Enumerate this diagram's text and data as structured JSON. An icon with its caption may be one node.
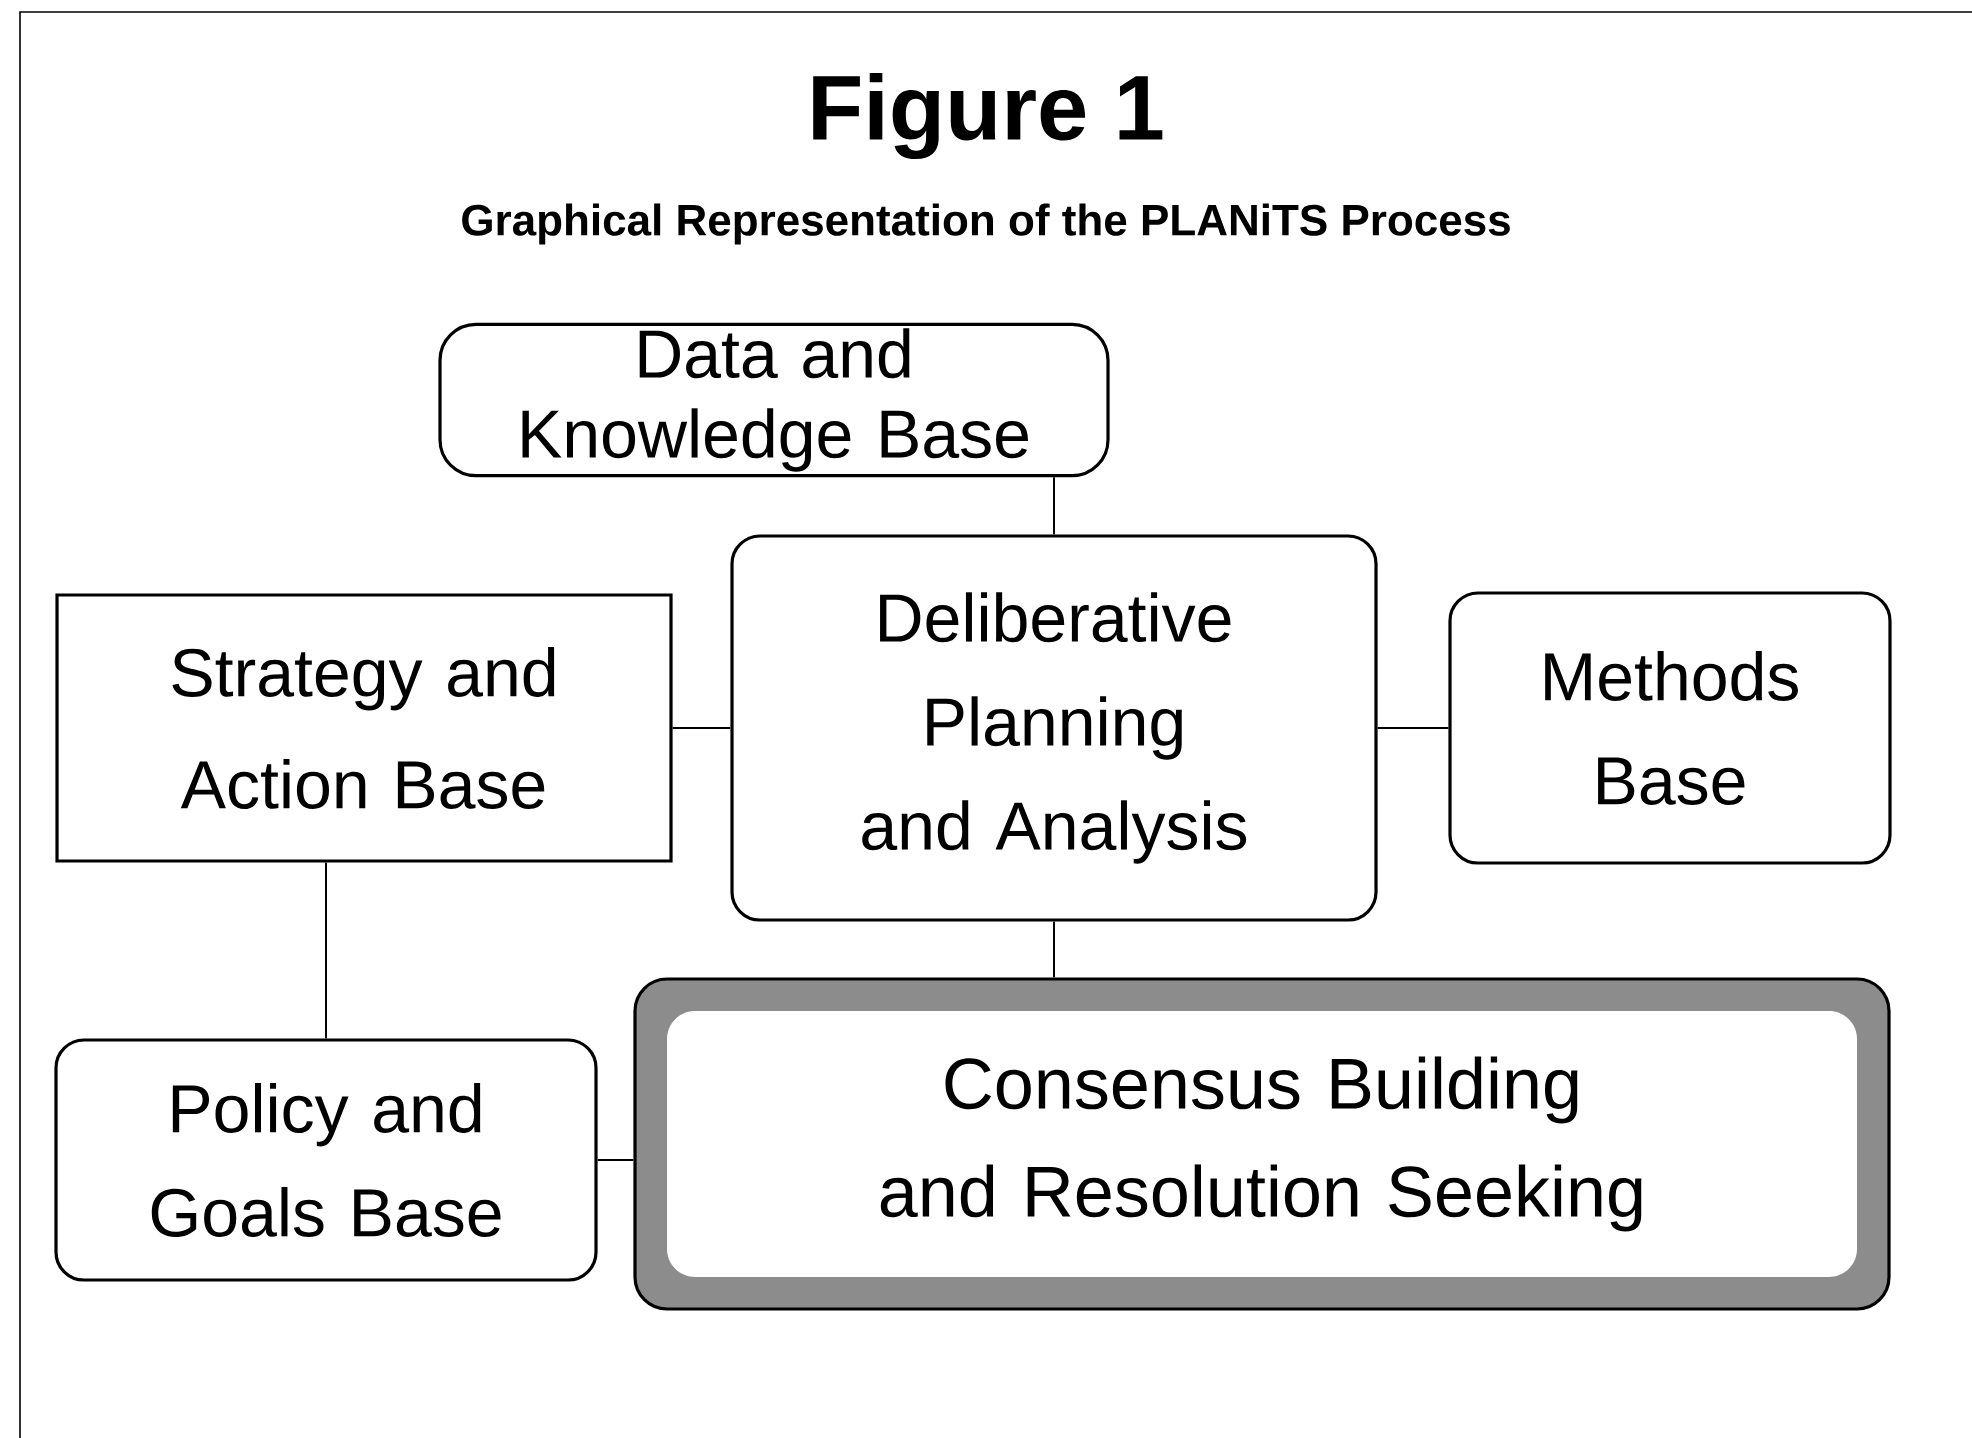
{
  "diagram": {
    "title": "Figure 1",
    "caption": "Graphical Representation of the PLANiTS Process",
    "nodes": [
      {
        "text": [
          "Data and Knowledge Base"
        ]
      },
      {
        "text": [
          "Strategy and Action Base"
        ]
      },
      {
        "text": [
          "Deliberative Planning and Analysis"
        ]
      },
      {
        "text": [
          "Methods Base"
        ]
      },
      {
        "text": [
          "Policy and Goals Base"
        ]
      },
      {
        "text": [
          "Consensus Building and Resolution Seeking"
        ]
      }
    ],
    "edges": [
      {
        "from": 0,
        "to": 2,
        "arrow": "none"
      },
      {
        "from": 1,
        "to": 2,
        "arrow": "none"
      },
      {
        "from": 2,
        "to": 3,
        "arrow": "none"
      },
      {
        "from": 2,
        "to": 5,
        "arrow": "none"
      },
      {
        "from": 1,
        "to": 4,
        "arrow": "none"
      },
      {
        "from": 4,
        "to": 5,
        "arrow": "none"
      }
    ]
  }
}
